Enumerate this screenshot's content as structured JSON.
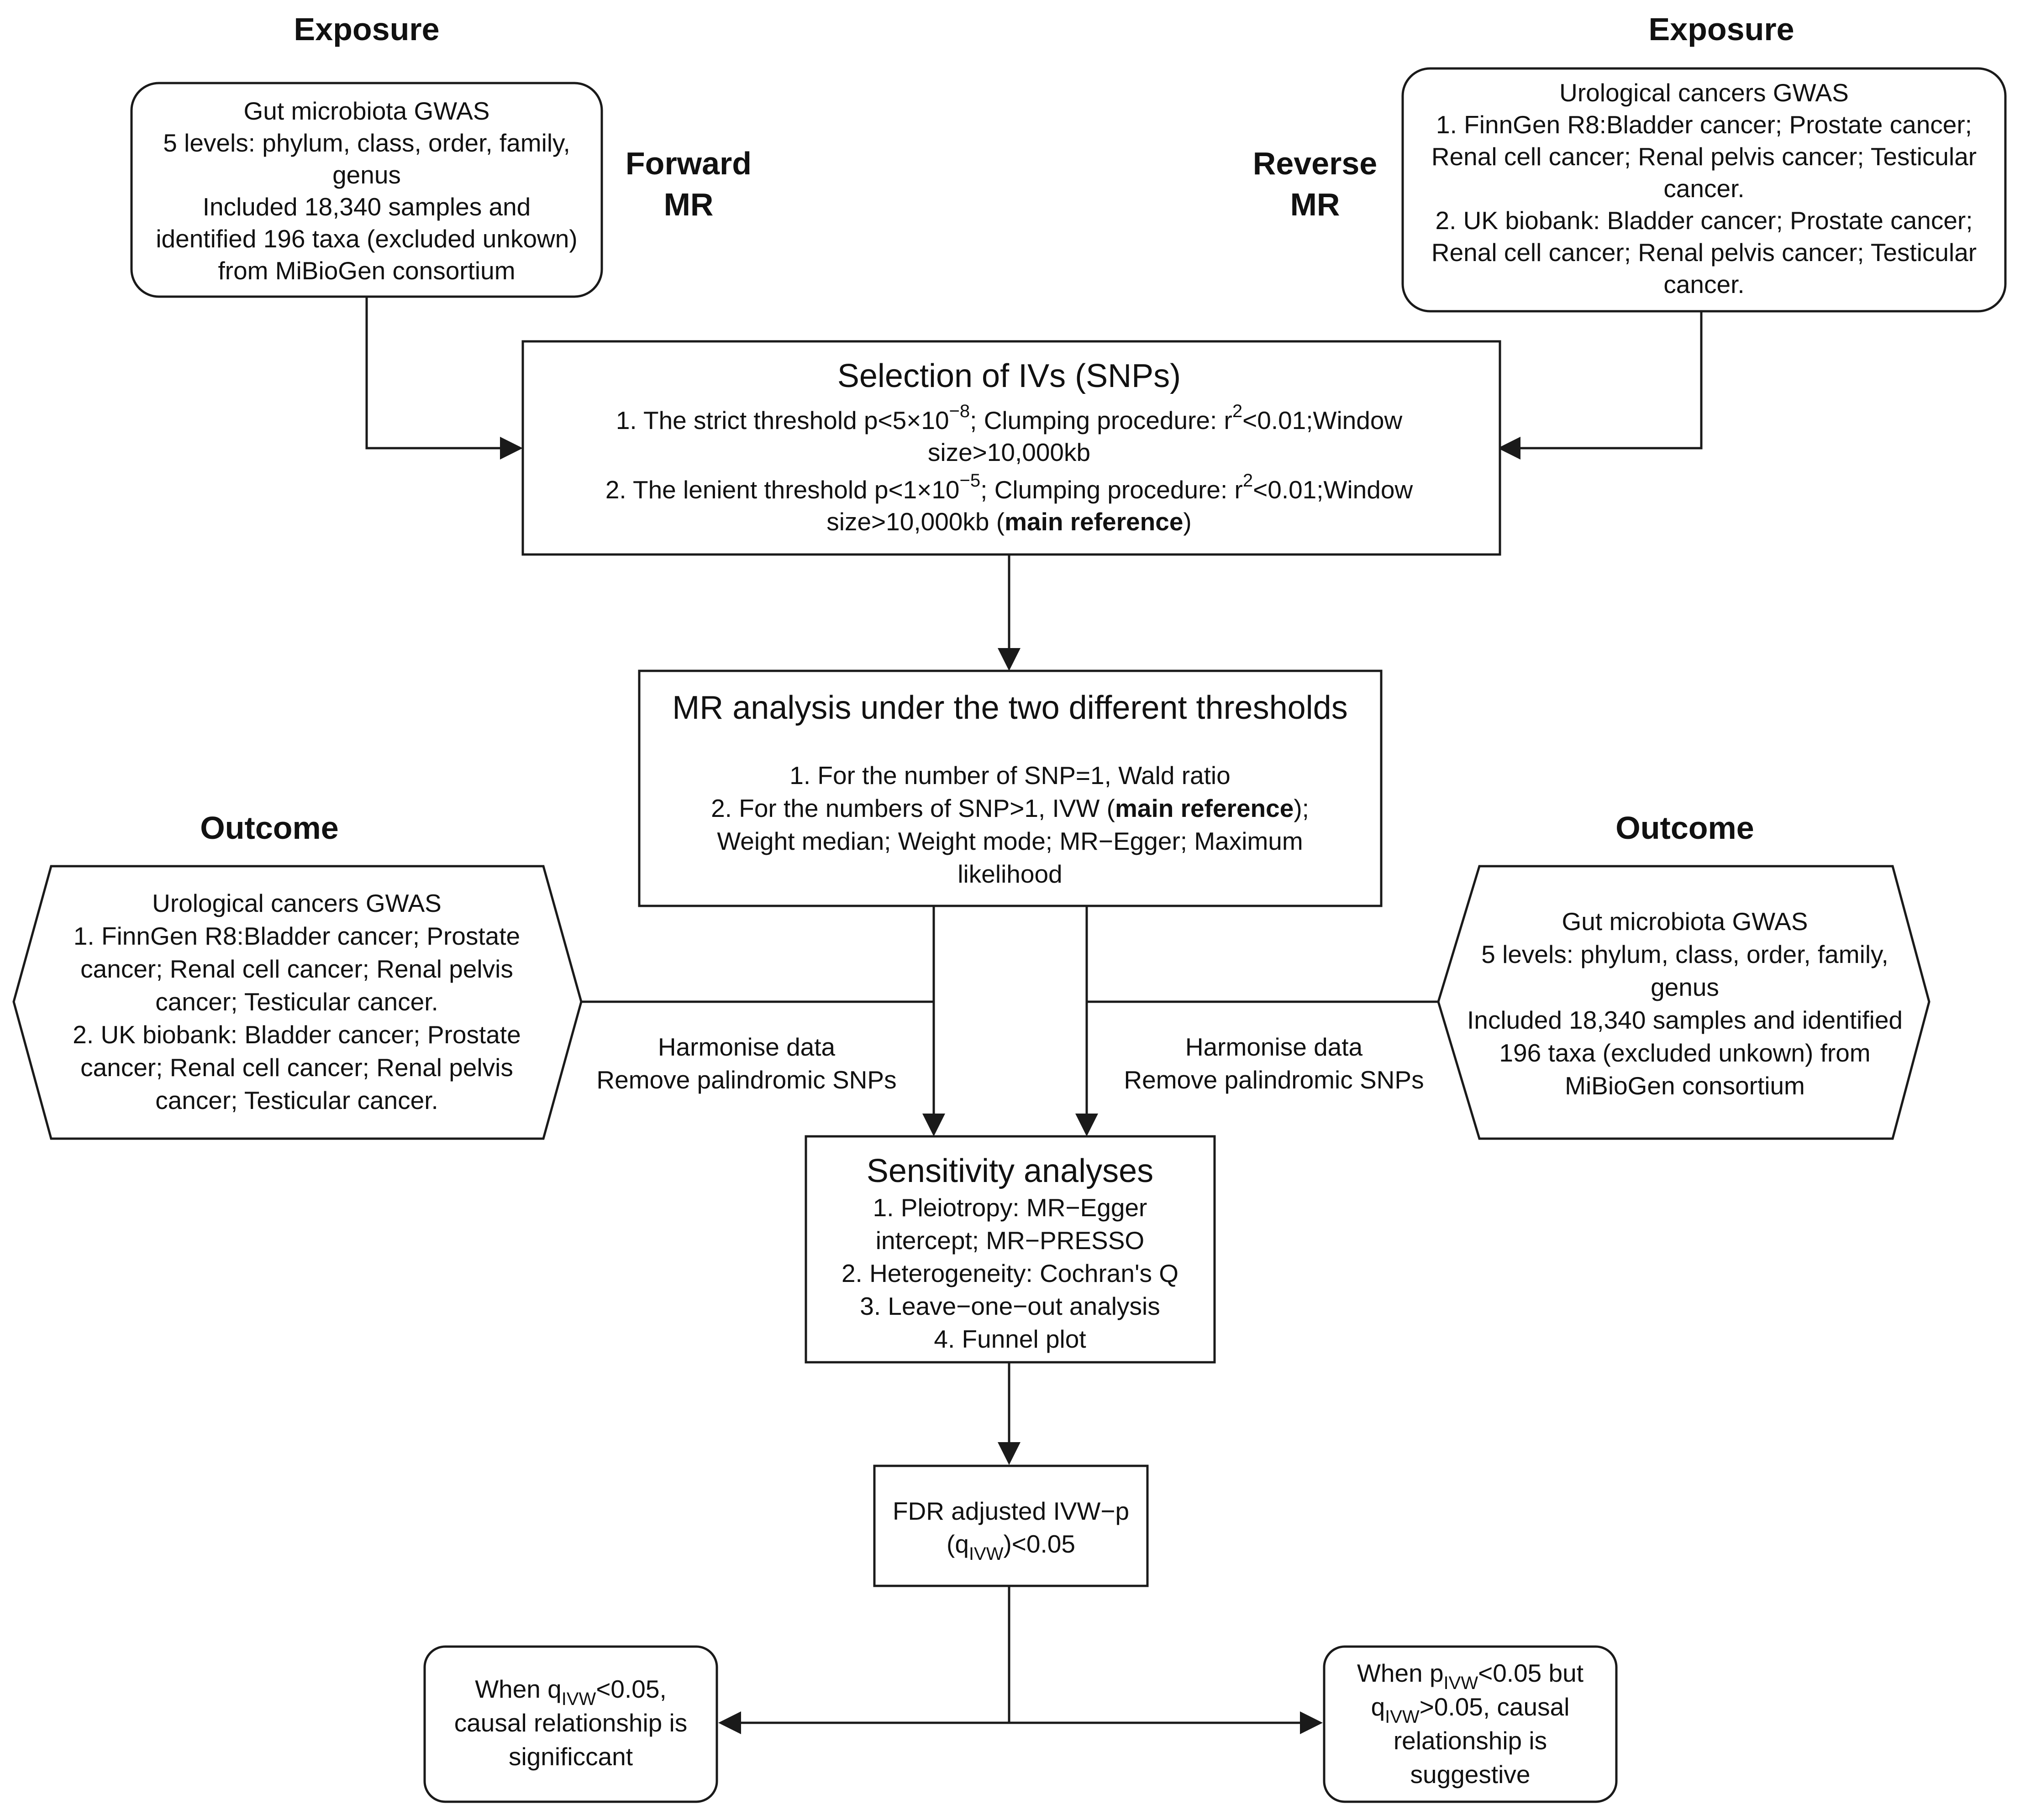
{
  "left_column": {
    "exposure_header": "Exposure",
    "exposure_box": [
      "Gut microbiota GWAS",
      "5 levels: phylum, class, order, family,",
      "genus",
      "Included 18,340 samples and",
      "identified 196 taxa (excluded unkown)",
      "from MiBioGen consortium"
    ],
    "direction_label": [
      "Forward",
      "MR"
    ],
    "outcome_header": "Outcome",
    "outcome_box": [
      "Urological cancers GWAS",
      "1. FinnGen R8:Bladder cancer; Prostate",
      "cancer; Renal cell cancer; Renal pelvis",
      "cancer; Testicular cancer.",
      "2. UK biobank: Bladder cancer; Prostate",
      "cancer; Renal cell cancer; Renal pelvis",
      "cancer; Testicular cancer."
    ],
    "harmonise": [
      "Harmonise data",
      "Remove palindromic SNPs"
    ]
  },
  "right_column": {
    "exposure_header": "Exposure",
    "exposure_box": [
      "Urological cancers GWAS",
      "1. FinnGen R8:Bladder cancer; Prostate cancer;",
      "Renal cell cancer; Renal pelvis cancer; Testicular",
      "cancer.",
      "2. UK biobank: Bladder cancer; Prostate cancer;",
      "Renal cell cancer; Renal pelvis cancer; Testicular",
      "cancer."
    ],
    "direction_label": [
      "Reverse",
      "MR"
    ],
    "outcome_header": "Outcome",
    "outcome_box": [
      "Gut microbiota GWAS",
      "5 levels: phylum, class, order, family,",
      "genus",
      "Included 18,340 samples and identified",
      "196 taxa (excluded unkown) from",
      "MiBioGen consortium"
    ],
    "harmonise": [
      "Harmonise data",
      "Remove palindromic SNPs"
    ]
  },
  "selection": {
    "title": "Selection of IVs (SNPs)",
    "line1a": "1. The strict threshold p<5×10",
    "line1a_exp": "−8",
    "line1b": "; Clumping procedure: r",
    "line1b_exp": "2",
    "line1c": "<0.01;Window",
    "line2": "size>10,000kb",
    "line3a": "2. The lenient threshold p<1×10",
    "line3a_exp": "−5",
    "line3b": "; Clumping procedure: r",
    "line3b_exp": "2",
    "line3c": "<0.01;Window",
    "line4a": "size>10,000kb (",
    "line4_bold": "main reference",
    "line4c": ")"
  },
  "mr_analysis": {
    "title": "MR analysis under the two different thresholds",
    "line1": "1. For the number of SNP=1, Wald ratio",
    "line2a": "2. For the numbers of  SNP>1, IVW (",
    "line2_bold": "main reference",
    "line2c": ");",
    "line3": "Weight median; Weight mode; MR−Egger; Maximum",
    "line4": "likelihood"
  },
  "sensitivity": {
    "title": "Sensitivity analyses",
    "lines": [
      "1. Pleiotropy: MR−Egger",
      "intercept; MR−PRESSO",
      "2. Heterogeneity: Cochran's Q",
      "3. Leave−one−out analysis",
      "4. Funnel plot"
    ]
  },
  "fdr": {
    "line1": "FDR adjusted IVW−p",
    "line2a": "(q",
    "line2_sub": "IVW",
    "line2c": ")<0.05"
  },
  "result_significant": {
    "line1a": "When q",
    "line1_sub": "IVW",
    "line1c": "<0.05,",
    "line2": "causal relationship is",
    "line3": "significcant"
  },
  "result_suggestive": {
    "line1a": "When p",
    "line1_sub": "IVW",
    "line1c": "<0.05 but",
    "line2a": "q",
    "line2_sub": "IVW",
    "line2c": ">0.05, causal",
    "line3": "relationship is",
    "line4": "suggestive"
  }
}
